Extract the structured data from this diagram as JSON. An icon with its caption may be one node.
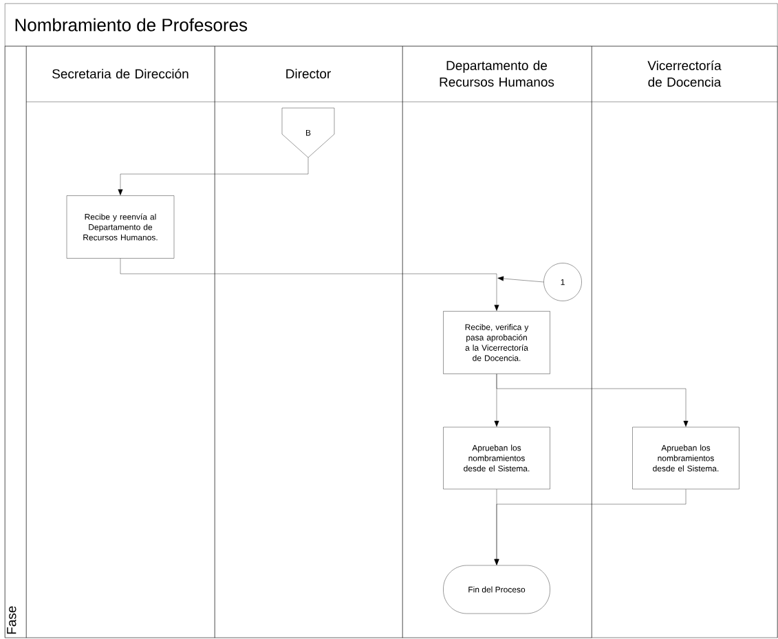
{
  "diagram": {
    "nodes": [
      {
        "text": [
          "Nombramiento de Profesores"
        ]
      },
      {
        "text": [
          "Secretaria de Dirección"
        ],
        "in": 0
      },
      {
        "text": [
          "Director"
        ],
        "in": 0
      },
      {
        "text": [
          "Departamento de Recursos Humanos"
        ],
        "in": 0
      },
      {
        "text": [
          "Vicerrectoría de Docencia"
        ],
        "in": 0
      },
      {
        "text": [
          "Fase"
        ],
        "in": 0
      },
      {
        "text": [
          "B"
        ],
        "in": 2
      },
      {
        "text": [
          "Recibe y reenvía al Departamento de Recursos Humanos."
        ],
        "in": 1
      },
      {
        "text": [
          "1"
        ],
        "in": 3
      },
      {
        "text": [
          "Recibe, verifica y pasa aprobación a la Vicerrectoría de Docencia."
        ],
        "in": 3
      },
      {
        "text": [
          "Aprueban los nombramientos desde el Sistema."
        ],
        "in": 3
      },
      {
        "text": [
          "Aprueban los nombramientos desde el Sistema."
        ],
        "in": 4
      },
      {
        "text": [
          "Fin del Proceso"
        ],
        "in": 3
      }
    ],
    "edges": [
      {
        "from": 6,
        "to": 7,
        "arrow": "to"
      },
      {
        "from": 7,
        "to": 9,
        "arrow": "to"
      },
      {
        "from": 8,
        "to": 9,
        "arrow": "to"
      },
      {
        "from": 9,
        "to": 10,
        "arrow": "to"
      },
      {
        "from": 9,
        "to": 11,
        "arrow": "to"
      },
      {
        "from": 10,
        "to": 12,
        "arrow": "to"
      },
      {
        "from": 11,
        "to": 12,
        "arrow": "to"
      }
    ]
  }
}
